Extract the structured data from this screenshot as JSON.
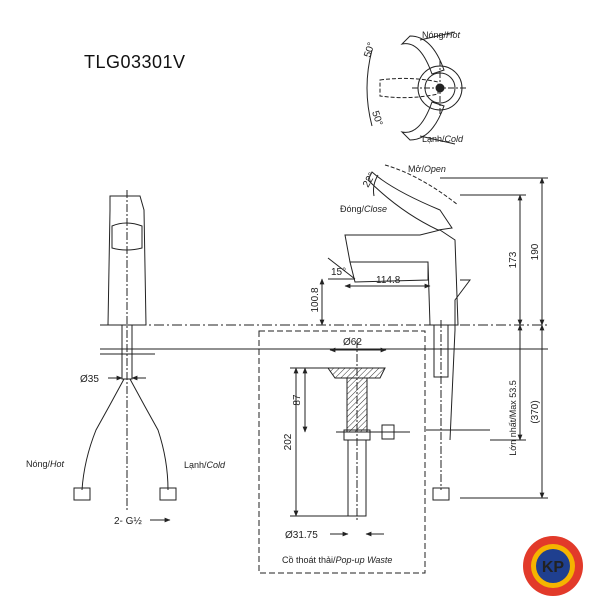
{
  "model": "TLG03301V",
  "top_view": {
    "hot_label": "Nóng/",
    "hot_italic": "Hot",
    "cold_label": "Lạnh/",
    "cold_italic": "Cold",
    "angle_hot": "50°",
    "angle_cold": "50°"
  },
  "side_view": {
    "open_label": "Mở/",
    "open_italic": "Open",
    "close_label": "Đóng/",
    "close_italic": "Close",
    "angle_lever": "22°",
    "angle_spout": "15°",
    "spout_reach": "114.8",
    "spout_height": "100.8",
    "height_173": "173",
    "height_190": "190",
    "max_label": "Lớn nhất/Max 53.5",
    "depth_370": "(370)"
  },
  "front_view": {
    "diameter_35": "Ø35",
    "hot_label": "Nóng/",
    "hot_italic": "Hot",
    "cold_label": "Lạnh/",
    "cold_italic": "Cold",
    "thread": "2- G½"
  },
  "waste": {
    "diameter_62": "Ø62",
    "dim_87": "87",
    "dim_202": "202",
    "diameter_3175": "Ø31.75",
    "caption": "Cồ thoát thải/",
    "caption_italic": "Pop-up Waste"
  },
  "logo": {
    "text": "KP",
    "colors": {
      "outer": "#e23a2a",
      "ring": "#f5b400",
      "inner": "#1f3f8f"
    }
  }
}
